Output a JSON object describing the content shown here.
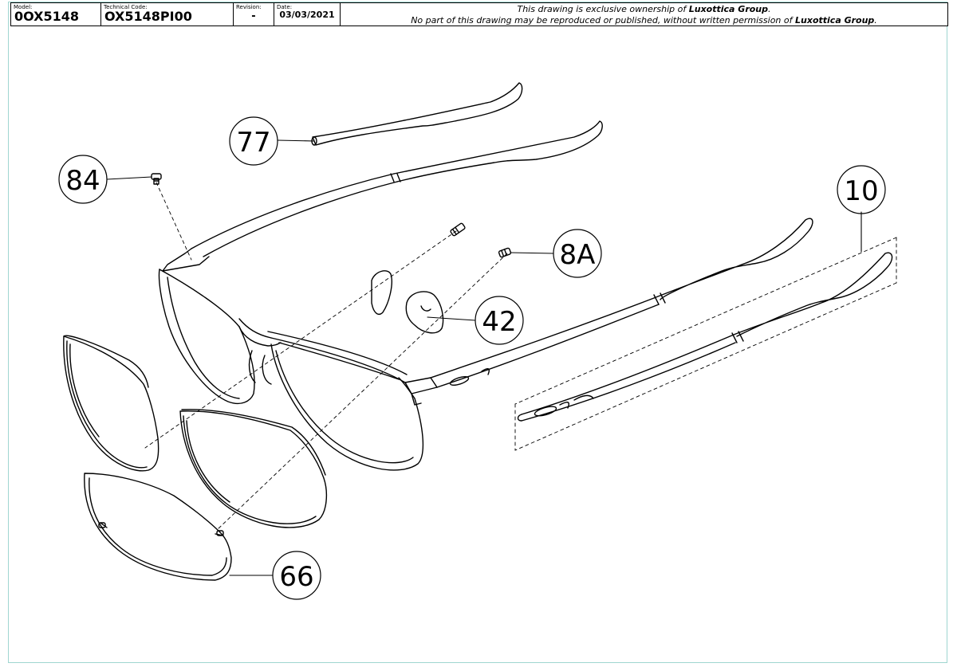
{
  "title_block": {
    "model_label": "Model:",
    "model_value": "0OX5148",
    "technical_code_label": "Technical Code:",
    "technical_code_value": "OX5148PI00",
    "revision_label": "Revision:",
    "revision_value": "-",
    "date_label": "Date:",
    "date_value": "03/03/2021",
    "notice_line1_prefix": "This drawing is exclusive ownership of ",
    "notice_line1_company": "Luxottica Group",
    "notice_line1_suffix": ".",
    "notice_line2_prefix": "No part of this drawing may be reproduced or published, without written permission of ",
    "notice_line2_company": "Luxottica Group",
    "notice_line2_suffix": "."
  },
  "callouts": {
    "temple_tip": "77",
    "screw": "84",
    "nose_pad_screw": "8A",
    "nose_pad": "42",
    "temple_assembly": "10",
    "lens_wire": "66"
  },
  "colors": {
    "border_accent": "#9fd6d0",
    "line": "#000000"
  }
}
